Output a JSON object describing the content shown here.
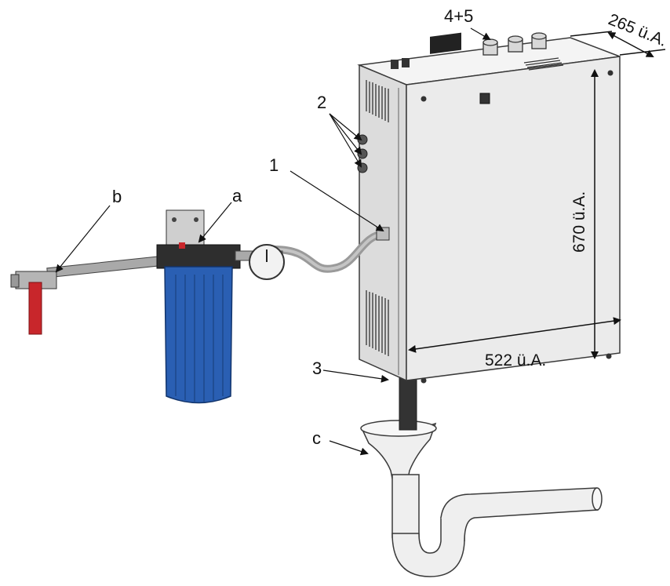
{
  "callouts": {
    "c1": "1",
    "c2": "2",
    "c3": "3",
    "c45": "4+5",
    "ca": "a",
    "cb": "b",
    "cc": "c"
  },
  "dimensions": {
    "depth": "265 ü.A.",
    "height": "670 ü.A.",
    "width": "522 ü.A."
  },
  "colors": {
    "outline": "#3a3a3a",
    "cabinet_front": "#ebebeb",
    "cabinet_side": "#dcdcdc",
    "cabinet_top": "#f4f4f4",
    "filter_blue": "#2a5fb3",
    "valve_red": "#c8262b",
    "hose": "#9a9a9a",
    "drain_pipe": "#efefef"
  }
}
